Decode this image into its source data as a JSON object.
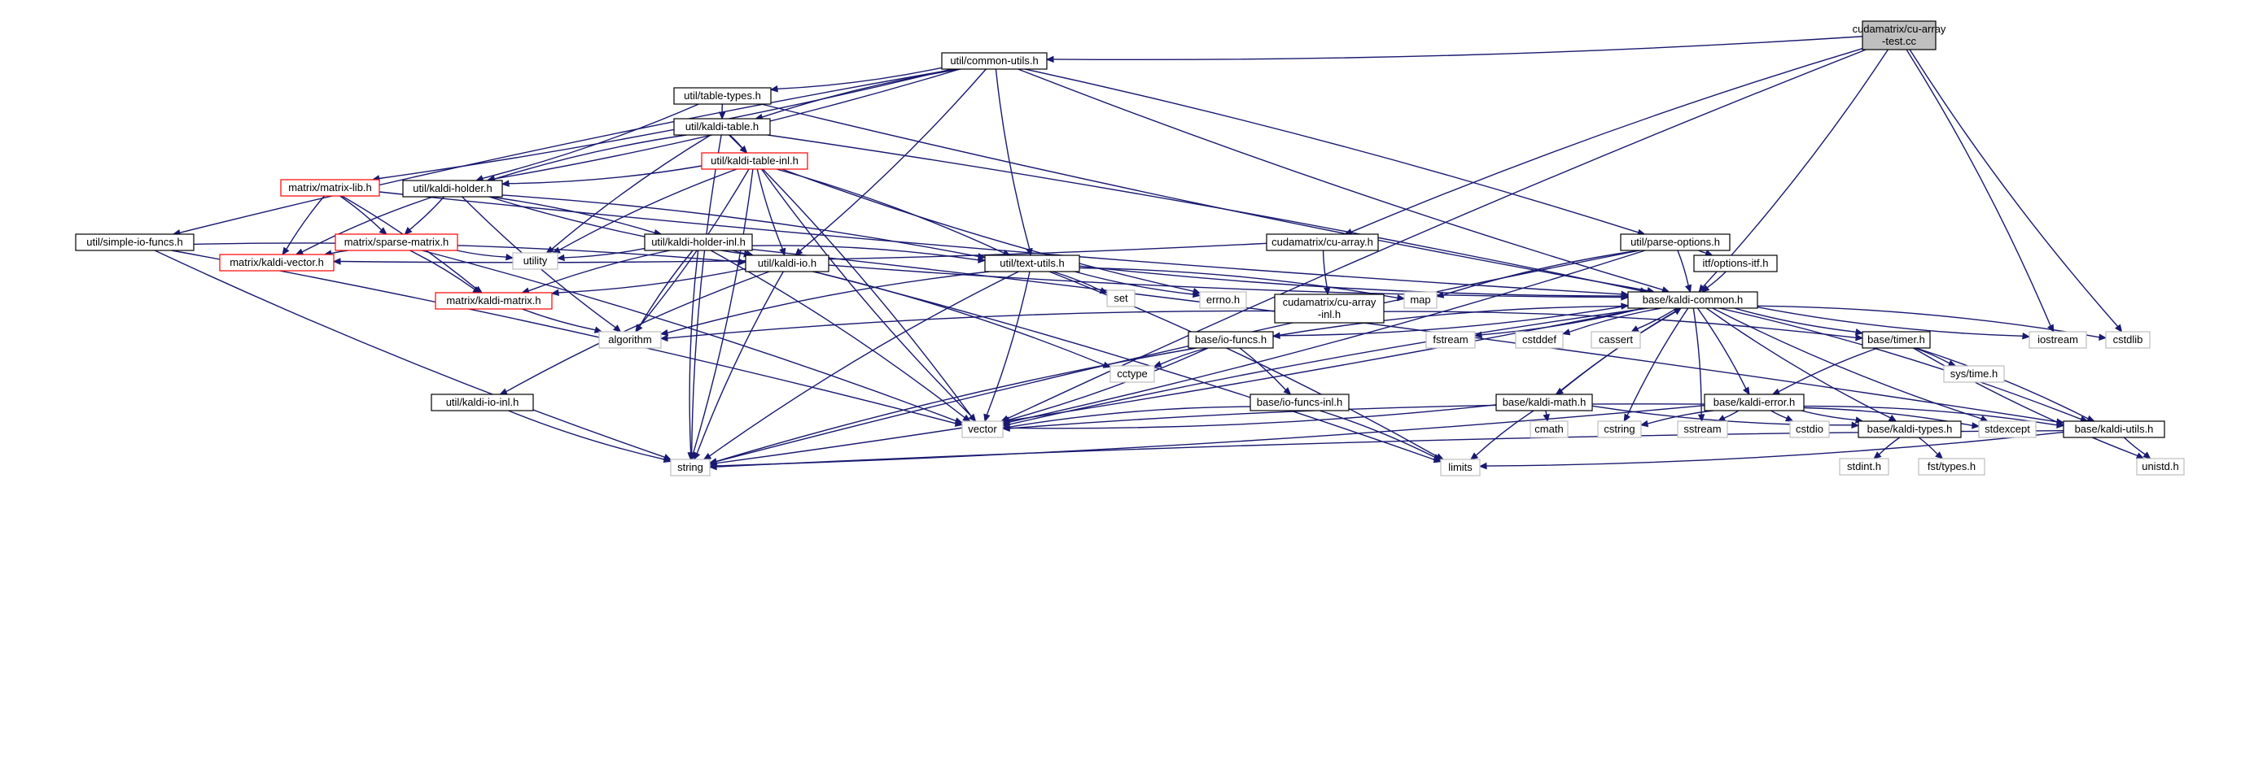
{
  "graph": {
    "nodes": [
      {
        "id": "root",
        "lines": [
          "cudamatrix/cu-array",
          "-test.cc"
        ],
        "style": "root"
      },
      {
        "id": "common_utils",
        "lines": [
          "util/common-utils.h"
        ],
        "style": "normal"
      },
      {
        "id": "table_types",
        "lines": [
          "util/table-types.h"
        ],
        "style": "normal"
      },
      {
        "id": "kaldi_table",
        "lines": [
          "util/kaldi-table.h"
        ],
        "style": "normal"
      },
      {
        "id": "kaldi_table_inl",
        "lines": [
          "util/kaldi-table-inl.h"
        ],
        "style": "red"
      },
      {
        "id": "matrix_lib",
        "lines": [
          "matrix/matrix-lib.h"
        ],
        "style": "red"
      },
      {
        "id": "kaldi_holder",
        "lines": [
          "util/kaldi-holder.h"
        ],
        "style": "normal"
      },
      {
        "id": "simple_io",
        "lines": [
          "util/simple-io-funcs.h"
        ],
        "style": "normal"
      },
      {
        "id": "sparse_matrix",
        "lines": [
          "matrix/sparse-matrix.h"
        ],
        "style": "red"
      },
      {
        "id": "kaldi_holder_inl",
        "lines": [
          "util/kaldi-holder-inl.h"
        ],
        "style": "normal"
      },
      {
        "id": "kaldi_vector",
        "lines": [
          "matrix/kaldi-vector.h"
        ],
        "style": "red"
      },
      {
        "id": "utility",
        "lines": [
          "utility"
        ],
        "style": "gray"
      },
      {
        "id": "kaldi_io",
        "lines": [
          "util/kaldi-io.h"
        ],
        "style": "normal"
      },
      {
        "id": "text_utils",
        "lines": [
          "util/text-utils.h"
        ],
        "style": "normal"
      },
      {
        "id": "cu_array",
        "lines": [
          "cudamatrix/cu-array.h"
        ],
        "style": "normal"
      },
      {
        "id": "parse_options",
        "lines": [
          "util/parse-options.h"
        ],
        "style": "normal"
      },
      {
        "id": "options_itf",
        "lines": [
          "itf/options-itf.h"
        ],
        "style": "normal"
      },
      {
        "id": "kaldi_matrix",
        "lines": [
          "matrix/kaldi-matrix.h"
        ],
        "style": "red"
      },
      {
        "id": "set",
        "lines": [
          "set"
        ],
        "style": "gray"
      },
      {
        "id": "errno",
        "lines": [
          "errno.h"
        ],
        "style": "gray"
      },
      {
        "id": "cu_array_inl",
        "lines": [
          "cudamatrix/cu-array",
          "-inl.h"
        ],
        "style": "normal"
      },
      {
        "id": "map",
        "lines": [
          "map"
        ],
        "style": "gray"
      },
      {
        "id": "kaldi_common",
        "lines": [
          "base/kaldi-common.h"
        ],
        "style": "normal"
      },
      {
        "id": "algorithm",
        "lines": [
          "algorithm"
        ],
        "style": "gray"
      },
      {
        "id": "io_funcs",
        "lines": [
          "base/io-funcs.h"
        ],
        "style": "normal"
      },
      {
        "id": "fstream",
        "lines": [
          "fstream"
        ],
        "style": "gray"
      },
      {
        "id": "cstddef",
        "lines": [
          "cstddef"
        ],
        "style": "gray"
      },
      {
        "id": "cassert",
        "lines": [
          "cassert"
        ],
        "style": "gray"
      },
      {
        "id": "timer",
        "lines": [
          "base/timer.h"
        ],
        "style": "normal"
      },
      {
        "id": "iostream",
        "lines": [
          "iostream"
        ],
        "style": "gray"
      },
      {
        "id": "cstdlib",
        "lines": [
          "cstdlib"
        ],
        "style": "gray"
      },
      {
        "id": "cctype",
        "lines": [
          "cctype"
        ],
        "style": "gray"
      },
      {
        "id": "sys_time",
        "lines": [
          "sys/time.h"
        ],
        "style": "gray"
      },
      {
        "id": "kaldi_io_inl",
        "lines": [
          "util/kaldi-io-inl.h"
        ],
        "style": "normal"
      },
      {
        "id": "io_funcs_inl",
        "lines": [
          "base/io-funcs-inl.h"
        ],
        "style": "normal"
      },
      {
        "id": "kaldi_math",
        "lines": [
          "base/kaldi-math.h"
        ],
        "style": "normal"
      },
      {
        "id": "kaldi_error",
        "lines": [
          "base/kaldi-error.h"
        ],
        "style": "normal"
      },
      {
        "id": "vector",
        "lines": [
          "vector"
        ],
        "style": "gray"
      },
      {
        "id": "cmath",
        "lines": [
          "cmath"
        ],
        "style": "gray"
      },
      {
        "id": "cstring",
        "lines": [
          "cstring"
        ],
        "style": "gray"
      },
      {
        "id": "sstream",
        "lines": [
          "sstream"
        ],
        "style": "gray"
      },
      {
        "id": "cstdio",
        "lines": [
          "cstdio"
        ],
        "style": "gray"
      },
      {
        "id": "kaldi_types",
        "lines": [
          "base/kaldi-types.h"
        ],
        "style": "normal"
      },
      {
        "id": "stdexcept",
        "lines": [
          "stdexcept"
        ],
        "style": "gray"
      },
      {
        "id": "kaldi_utils",
        "lines": [
          "base/kaldi-utils.h"
        ],
        "style": "normal"
      },
      {
        "id": "string",
        "lines": [
          "string"
        ],
        "style": "gray"
      },
      {
        "id": "limits",
        "lines": [
          "limits"
        ],
        "style": "gray"
      },
      {
        "id": "stdint",
        "lines": [
          "stdint.h"
        ],
        "style": "gray"
      },
      {
        "id": "fst_types",
        "lines": [
          "fst/types.h"
        ],
        "style": "gray"
      },
      {
        "id": "unistd",
        "lines": [
          "unistd.h"
        ],
        "style": "gray"
      }
    ],
    "edges": [
      [
        "root",
        "common_utils"
      ],
      [
        "root",
        "cu_array"
      ],
      [
        "root",
        "kaldi_common"
      ],
      [
        "root",
        "vector"
      ],
      [
        "root",
        "iostream"
      ],
      [
        "root",
        "cstdlib"
      ],
      [
        "common_utils",
        "table_types"
      ],
      [
        "common_utils",
        "kaldi_table"
      ],
      [
        "common_utils",
        "kaldi_holder"
      ],
      [
        "common_utils",
        "simple_io"
      ],
      [
        "common_utils",
        "kaldi_io"
      ],
      [
        "common_utils",
        "text_utils"
      ],
      [
        "common_utils",
        "parse_options"
      ],
      [
        "common_utils",
        "kaldi_common"
      ],
      [
        "common_utils",
        "matrix_lib"
      ],
      [
        "table_types",
        "kaldi_table"
      ],
      [
        "table_types",
        "kaldi_holder"
      ],
      [
        "table_types",
        "kaldi_common"
      ],
      [
        "kaldi_table",
        "kaldi_table_inl"
      ],
      [
        "kaldi_table",
        "kaldi_holder"
      ],
      [
        "kaldi_table",
        "kaldi_common"
      ],
      [
        "kaldi_table",
        "string"
      ],
      [
        "kaldi_table",
        "vector"
      ],
      [
        "kaldi_table",
        "utility"
      ],
      [
        "kaldi_table_inl",
        "kaldi_holder"
      ],
      [
        "kaldi_table_inl",
        "kaldi_io"
      ],
      [
        "kaldi_table_inl",
        "text_utils"
      ],
      [
        "kaldi_table_inl",
        "utility"
      ],
      [
        "kaldi_table_inl",
        "algorithm"
      ],
      [
        "kaldi_table_inl",
        "vector"
      ],
      [
        "kaldi_table_inl",
        "string"
      ],
      [
        "kaldi_table_inl",
        "errno"
      ],
      [
        "matrix_lib",
        "sparse_matrix"
      ],
      [
        "matrix_lib",
        "kaldi_vector"
      ],
      [
        "matrix_lib",
        "kaldi_matrix"
      ],
      [
        "matrix_lib",
        "kaldi_common"
      ],
      [
        "kaldi_holder",
        "kaldi_holder_inl"
      ],
      [
        "kaldi_holder",
        "kaldi_io"
      ],
      [
        "kaldi_holder",
        "sparse_matrix"
      ],
      [
        "kaldi_holder",
        "kaldi_vector"
      ],
      [
        "kaldi_holder",
        "text_utils"
      ],
      [
        "kaldi_holder",
        "algorithm"
      ],
      [
        "simple_io",
        "kaldi_io"
      ],
      [
        "simple_io",
        "string"
      ],
      [
        "simple_io",
        "vector"
      ],
      [
        "sparse_matrix",
        "kaldi_vector"
      ],
      [
        "sparse_matrix",
        "kaldi_matrix"
      ],
      [
        "sparse_matrix",
        "utility"
      ],
      [
        "sparse_matrix",
        "vector"
      ],
      [
        "kaldi_holder_inl",
        "kaldi_io"
      ],
      [
        "kaldi_holder_inl",
        "text_utils"
      ],
      [
        "kaldi_holder_inl",
        "kaldi_matrix"
      ],
      [
        "kaldi_holder_inl",
        "utility"
      ],
      [
        "kaldi_holder_inl",
        "algorithm"
      ],
      [
        "kaldi_holder_inl",
        "vector"
      ],
      [
        "kaldi_holder_inl",
        "string"
      ],
      [
        "kaldi_holder_inl",
        "kaldi_utils"
      ],
      [
        "kaldi_io",
        "kaldi_common"
      ],
      [
        "kaldi_io",
        "kaldi_matrix"
      ],
      [
        "kaldi_io",
        "kaldi_io_inl"
      ],
      [
        "kaldi_io",
        "cctype"
      ],
      [
        "kaldi_io",
        "string"
      ],
      [
        "kaldi_io",
        "limits"
      ],
      [
        "text_utils",
        "kaldi_common"
      ],
      [
        "text_utils",
        "set"
      ],
      [
        "text_utils",
        "errno"
      ],
      [
        "text_utils",
        "map"
      ],
      [
        "text_utils",
        "algorithm"
      ],
      [
        "text_utils",
        "vector"
      ],
      [
        "text_utils",
        "string"
      ],
      [
        "text_utils",
        "limits"
      ],
      [
        "cu_array",
        "cu_array_inl"
      ],
      [
        "cu_array",
        "kaldi_vector"
      ],
      [
        "cu_array_inl",
        "algorithm"
      ],
      [
        "cu_array_inl",
        "timer"
      ],
      [
        "parse_options",
        "options_itf"
      ],
      [
        "parse_options",
        "kaldi_common"
      ],
      [
        "parse_options",
        "map"
      ],
      [
        "parse_options",
        "vector"
      ],
      [
        "parse_options",
        "string"
      ],
      [
        "options_itf",
        "kaldi_common"
      ],
      [
        "kaldi_matrix",
        "algorithm"
      ],
      [
        "kaldi_common",
        "io_funcs"
      ],
      [
        "kaldi_common",
        "kaldi_math"
      ],
      [
        "kaldi_common",
        "kaldi_error"
      ],
      [
        "kaldi_common",
        "kaldi_types"
      ],
      [
        "kaldi_common",
        "kaldi_utils"
      ],
      [
        "kaldi_common",
        "timer"
      ],
      [
        "kaldi_common",
        "fstream"
      ],
      [
        "kaldi_common",
        "cstddef"
      ],
      [
        "kaldi_common",
        "cassert"
      ],
      [
        "kaldi_common",
        "iostream"
      ],
      [
        "kaldi_common",
        "cstdlib"
      ],
      [
        "kaldi_common",
        "cstring"
      ],
      [
        "kaldi_common",
        "sstream"
      ],
      [
        "kaldi_common",
        "stdexcept"
      ],
      [
        "kaldi_common",
        "string"
      ],
      [
        "kaldi_common",
        "vector"
      ],
      [
        "io_funcs",
        "io_funcs_inl"
      ],
      [
        "io_funcs",
        "cctype"
      ],
      [
        "io_funcs",
        "vector"
      ],
      [
        "io_funcs",
        "string"
      ],
      [
        "io_funcs",
        "kaldi_common"
      ],
      [
        "io_funcs_inl",
        "vector"
      ],
      [
        "io_funcs_inl",
        "limits"
      ],
      [
        "kaldi_io_inl",
        "string"
      ],
      [
        "kaldi_math",
        "cmath"
      ],
      [
        "kaldi_math",
        "limits"
      ],
      [
        "kaldi_math",
        "vector"
      ],
      [
        "kaldi_math",
        "kaldi_types"
      ],
      [
        "kaldi_math",
        "kaldi_common"
      ],
      [
        "timer",
        "kaldi_error"
      ],
      [
        "timer",
        "sys_time"
      ],
      [
        "timer",
        "unistd"
      ],
      [
        "timer",
        "kaldi_utils"
      ],
      [
        "kaldi_error",
        "cstring"
      ],
      [
        "kaldi_error",
        "sstream"
      ],
      [
        "kaldi_error",
        "cstdio"
      ],
      [
        "kaldi_error",
        "stdexcept"
      ],
      [
        "kaldi_error",
        "vector"
      ],
      [
        "kaldi_error",
        "string"
      ],
      [
        "kaldi_error",
        "kaldi_types"
      ],
      [
        "kaldi_error",
        "kaldi_utils"
      ],
      [
        "kaldi_types",
        "stdint"
      ],
      [
        "kaldi_types",
        "fst_types"
      ],
      [
        "kaldi_utils",
        "string"
      ],
      [
        "kaldi_utils",
        "limits"
      ],
      [
        "kaldi_utils",
        "unistd"
      ]
    ]
  },
  "colors": {
    "edge": "#191970",
    "node_border": "#000000",
    "root_fill": "#bfbfbf",
    "red_border": "#ff0000",
    "gray_border": "#bfbfbf"
  }
}
